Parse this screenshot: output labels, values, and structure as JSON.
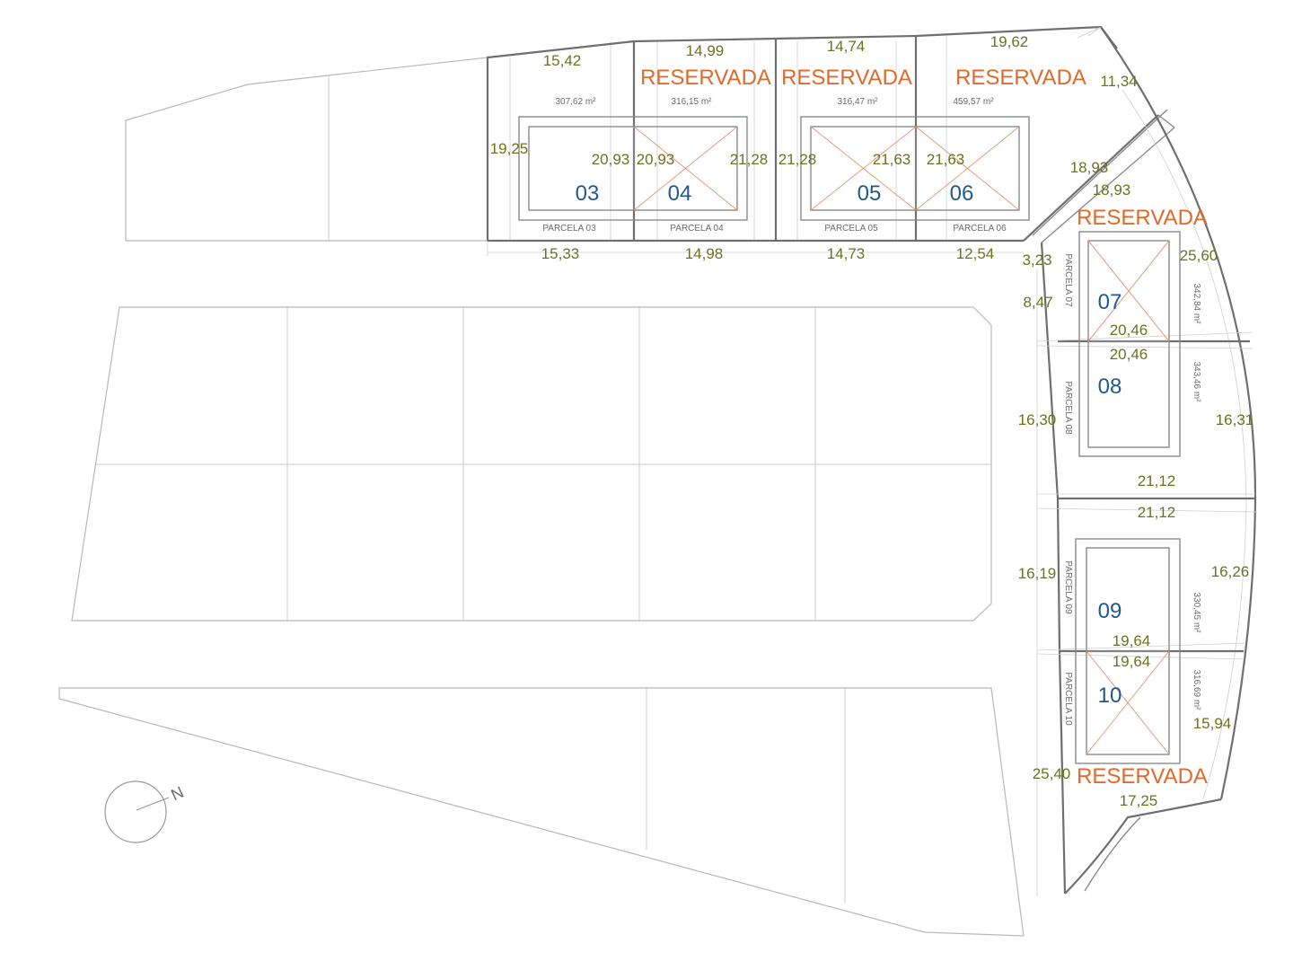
{
  "parcels": {
    "p03": {
      "number": "03",
      "label": "PARCELA 03",
      "area": "307,62 m²"
    },
    "p04": {
      "number": "04",
      "label": "PARCELA 04",
      "area": "316,15 m²",
      "status": "RESERVADA"
    },
    "p05": {
      "number": "05",
      "label": "PARCELA 05",
      "area": "316,47 m²",
      "status": "RESERVADA"
    },
    "p06": {
      "number": "06",
      "label": "PARCELA 06",
      "area": "459,57 m²",
      "status": "RESERVADA"
    },
    "p07": {
      "number": "07",
      "label": "PARCELA 07",
      "area": "342,84 m²",
      "status": "RESERVADA"
    },
    "p08": {
      "number": "08",
      "label": "PARCELA 08",
      "area": "343,46 m²"
    },
    "p09": {
      "number": "09",
      "label": "PARCELA 09",
      "area": "330,45 m²"
    },
    "p10": {
      "number": "10",
      "label": "PARCELA 10",
      "area": "316,69 m²",
      "status": "RESERVADA"
    }
  },
  "dimensions": {
    "top_03": "15,42",
    "top_04": "14,99",
    "top_05": "14,74",
    "top_06": "19,62",
    "side_06": "11,34",
    "left_03": "19,25",
    "mid_03": "20,93",
    "mid_04a": "20,93",
    "mid_04b": "21,28",
    "mid_05a": "21,28",
    "mid_05b": "21,63",
    "mid_06": "21,63",
    "bot_03": "15,33",
    "bot_04": "14,98",
    "bot_05": "14,73",
    "bot_06": "12,54",
    "diag_a": "18,93",
    "diag_b": "18,93",
    "corner": "3,23",
    "right_07": "25,60",
    "left_07": "8,47",
    "div_78a": "20,46",
    "div_78b": "20,46",
    "left_08": "16,30",
    "right_08": "16,31",
    "div_89a": "21,12",
    "div_89b": "21,12",
    "left_09": "16,19",
    "right_09": "16,26",
    "div_910a": "19,64",
    "div_910b": "19,64",
    "right_10": "15,94",
    "left_10": "25,40",
    "bot_10": "17,25"
  },
  "north_label": "N"
}
